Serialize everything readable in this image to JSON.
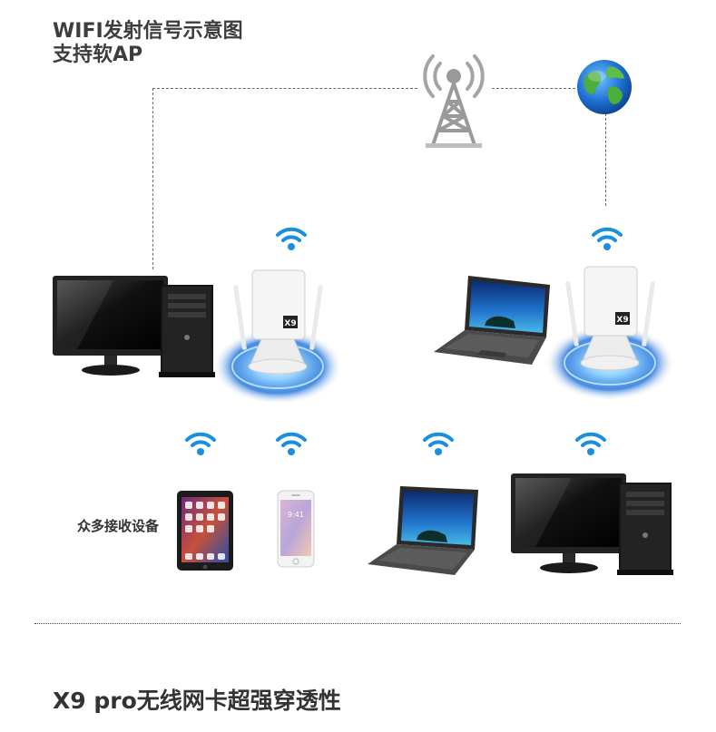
{
  "header": {
    "title_line1": "WIFI发射信号示意图",
    "title_line2": "支持软AP"
  },
  "labels": {
    "devices_label": "众多接收设备"
  },
  "footer": {
    "title": "X9 pro无线网卡超强穿透性"
  },
  "adapter": {
    "badge": "X9"
  },
  "colors": {
    "wifi_blue": "#1a8fe0",
    "glow_blue": "#3aa9ff",
    "tower_gray": "#9a9a9a",
    "globe_blue": "#1e6fd0",
    "globe_green": "#4caf3c"
  }
}
